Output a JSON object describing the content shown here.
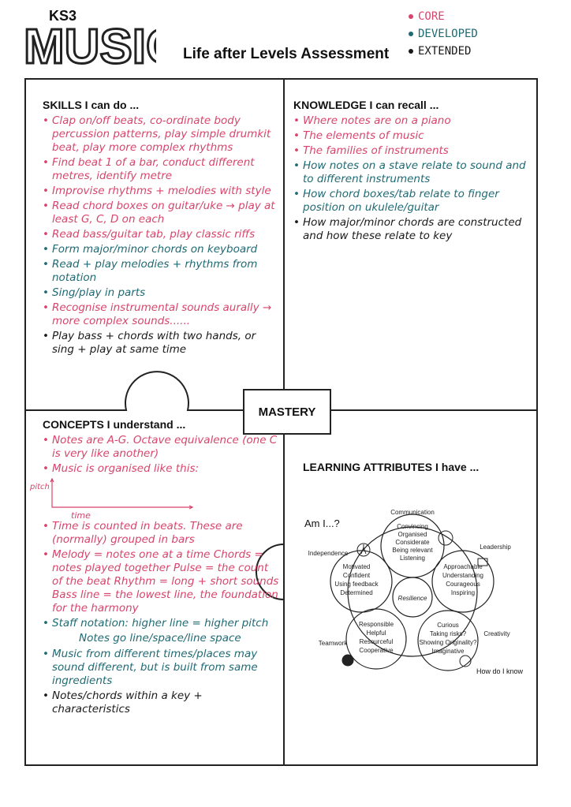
{
  "header": {
    "ks_label": "KS3",
    "logo_text": "MUSIC",
    "subtitle": "Life after Levels Assessment",
    "legend": [
      {
        "label": "CORE",
        "color": "#d7456c"
      },
      {
        "label": "DEVELOPED",
        "color": "#206a73"
      },
      {
        "label": "EXTENDED",
        "color": "#1a1a1a"
      }
    ]
  },
  "skills": {
    "heading": "SKILLS I can do ...",
    "items": [
      {
        "text": "Clap on/off beats, co-ordinate body percussion patterns, play simple drumkit beat, play more complex rhythms",
        "level": "pink"
      },
      {
        "text": "Find beat 1 of a bar, conduct different metres, identify metre",
        "level": "pink"
      },
      {
        "text": "Improvise rhythms + melodies with style",
        "level": "pink"
      },
      {
        "text": "Read chord boxes on guitar/uke → play at least G, C, D on each",
        "level": "pink"
      },
      {
        "text": "Read bass/guitar tab, play classic riffs",
        "level": "pink"
      },
      {
        "text": "Form major/minor chords on keyboard",
        "level": "teal"
      },
      {
        "text": "Read + play melodies + rhythms from notation",
        "level": "teal"
      },
      {
        "text": "Sing/play in parts",
        "level": "teal"
      },
      {
        "text": "Recognise instrumental sounds aurally → more complex sounds......",
        "level": "pink"
      },
      {
        "text": "Play bass + chords with two hands, or sing + play at same time",
        "level": "dark"
      }
    ]
  },
  "knowledge": {
    "heading": "KNOWLEDGE I can recall ...",
    "items": [
      {
        "text": "Where notes are on a piano",
        "level": "pink"
      },
      {
        "text": "The elements of music",
        "level": "pink"
      },
      {
        "text": "The families of instruments",
        "level": "pink"
      },
      {
        "text": "How notes on a stave relate to sound and to different instruments",
        "level": "teal"
      },
      {
        "text": "How chord boxes/tab relate to finger position on ukulele/guitar",
        "level": "teal"
      },
      {
        "text": "How major/minor chords are constructed and how these relate to key",
        "level": "dark"
      }
    ]
  },
  "mastery": "MASTERY",
  "concepts": {
    "heading": "CONCEPTS I understand ...",
    "items": [
      {
        "text": "Notes are A-G. Octave equivalence (one C is very like another)",
        "level": "pink"
      },
      {
        "text": "Music is organised like this:",
        "level": "pink"
      },
      {
        "text": "Time is counted in beats. These are (normally) grouped in bars",
        "level": "pink"
      },
      {
        "text": "Melody = notes one at a time Chords = notes played together Pulse = the count of the beat Rhythm = long + short sounds Bass line = the lowest line, the foundation for the harmony",
        "level": "pink"
      },
      {
        "text": "Staff notation: higher line = higher pitch",
        "level": "teal"
      },
      {
        "text": "Music from different times/places may sound different, but is built from same ingredients",
        "level": "teal"
      },
      {
        "text": "Notes/chords within a key + characteristics",
        "level": "dark"
      }
    ],
    "graph_y": "pitch",
    "graph_x": "time",
    "staff_note": "Notes go line/space/line space"
  },
  "learning": {
    "heading": "LEARNING ATTRIBUTES I have ...",
    "am_i": "Am I...?",
    "how_do_i_know": "How do I know",
    "centre": "Resilience",
    "labels": {
      "communication": "Communication",
      "leadership": "Leadership",
      "creativity": "Creativity",
      "teamwork": "Teamwork",
      "independence": "Independence"
    },
    "communication": [
      "Convincing",
      "Organised",
      "Considerate",
      "Being relevant",
      "Listening"
    ],
    "leadership": [
      "Approachable",
      "Understanding",
      "Courageous",
      "Inspiring"
    ],
    "creativity": [
      "Curious",
      "Taking risks?",
      "Showing Originality?",
      "Imaginative"
    ],
    "teamwork": [
      "Responsible",
      "Helpful",
      "Resourceful",
      "Cooperative"
    ],
    "independence": [
      "Motivated",
      "Confident",
      "Using feedback",
      "Determined"
    ]
  }
}
